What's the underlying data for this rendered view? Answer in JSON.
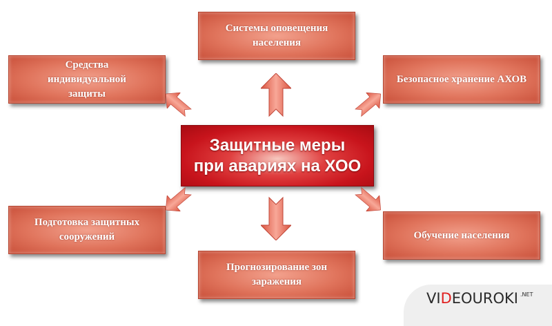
{
  "center": {
    "line1": "Защитные меры",
    "line2": "при авариях на ХОО"
  },
  "boxes": {
    "top": "Системы оповещения населения",
    "top_left": "Средства индивидуальной защиты",
    "top_right": "Безопасное хранение АХОВ",
    "bottom_left": "Подготовка защитных сооружений",
    "bottom_right": "Обучение населения",
    "bottom": "Прогнозирование зон заражения"
  },
  "logo": {
    "text_before": "VI",
    "text_accent": "D",
    "text_after": "EOUROKI",
    "suffix": ".NET"
  },
  "colors": {
    "center": "#c8141c",
    "boxes": "#e0745c",
    "arrows": "#ef7a66"
  }
}
